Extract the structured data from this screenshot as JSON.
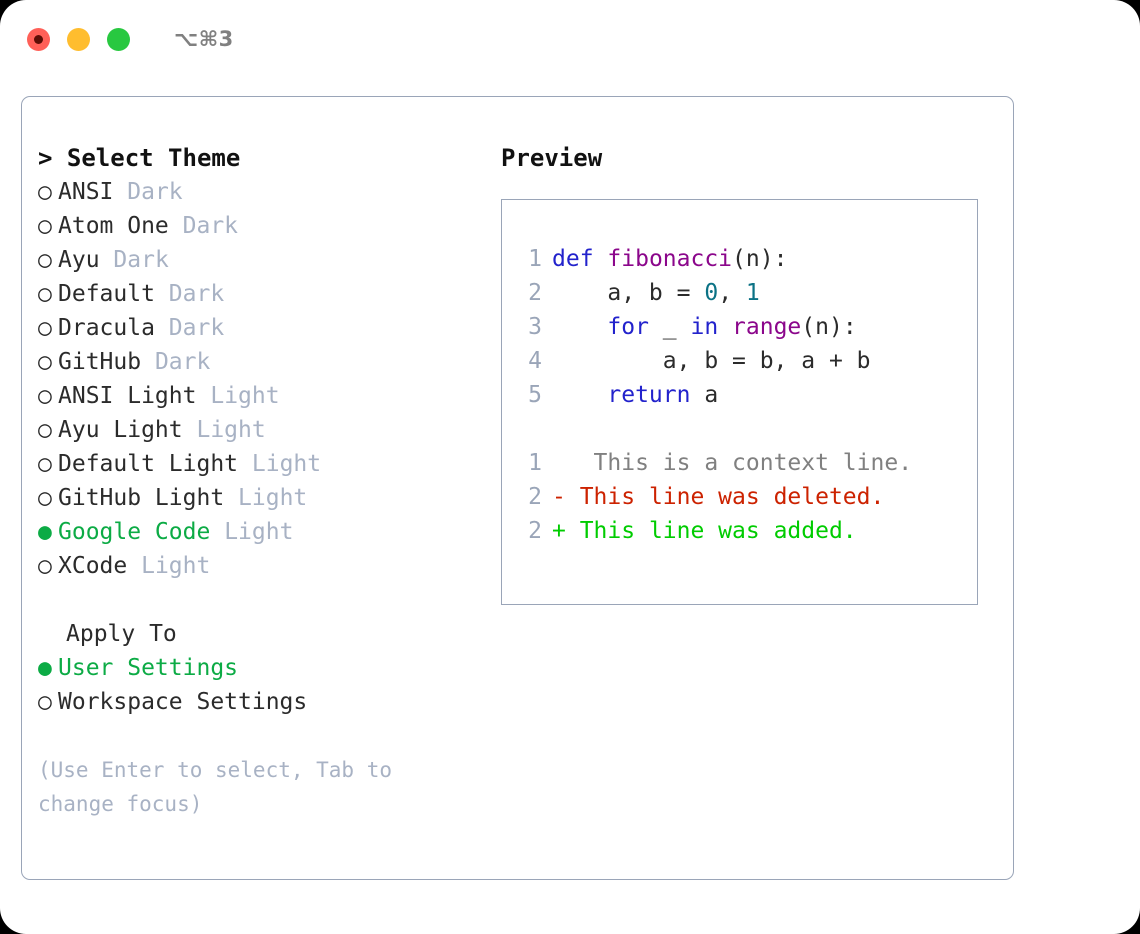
{
  "titlebar": {
    "shortcut_label": "⌥⌘3",
    "dots": [
      {
        "name": "close",
        "color": "#ff6058"
      },
      {
        "name": "minimize",
        "color": "#ffbd2e"
      },
      {
        "name": "zoom",
        "color": "#28c840"
      }
    ]
  },
  "colors": {
    "panel_border": "#9aa5b8",
    "accent_green": "#0cab45",
    "muted": "#a8b2c4",
    "keyword_blue": "#2222cc",
    "function_purple": "#8b068b",
    "number_teal": "#0b7285",
    "diff_delete_red": "#cc2200",
    "diff_add_green": "#00cc00",
    "line_number_gray": "#9aa5b8"
  },
  "theme_list": {
    "title": "> Select Theme",
    "selected_index": 10,
    "items": [
      {
        "marker": "○",
        "name": "ANSI",
        "kind": "Dark",
        "selected": false
      },
      {
        "marker": "○",
        "name": "Atom One",
        "kind": "Dark",
        "selected": false
      },
      {
        "marker": "○",
        "name": "Ayu",
        "kind": "Dark",
        "selected": false
      },
      {
        "marker": "○",
        "name": "Default",
        "kind": "Dark",
        "selected": false
      },
      {
        "marker": "○",
        "name": "Dracula",
        "kind": "Dark",
        "selected": false
      },
      {
        "marker": "○",
        "name": "GitHub",
        "kind": "Dark",
        "selected": false
      },
      {
        "marker": "○",
        "name": "ANSI Light",
        "kind": "Light",
        "selected": false
      },
      {
        "marker": "○",
        "name": "Ayu Light",
        "kind": "Light",
        "selected": false
      },
      {
        "marker": "○",
        "name": "Default Light",
        "kind": "Light",
        "selected": false
      },
      {
        "marker": "○",
        "name": "GitHub Light",
        "kind": "Light",
        "selected": false
      },
      {
        "marker": "●",
        "name": "Google Code",
        "kind": "Light",
        "selected": true
      },
      {
        "marker": "○",
        "name": "XCode",
        "kind": "Light",
        "selected": false
      }
    ]
  },
  "apply_to": {
    "label": "Apply To",
    "items": [
      {
        "marker": "●",
        "name": "User Settings",
        "selected": true
      },
      {
        "marker": "○",
        "name": "Workspace Settings",
        "selected": false
      }
    ]
  },
  "hint": "(Use Enter to select, Tab to change focus)",
  "preview": {
    "title": "Preview",
    "code_lines": [
      {
        "num": "1",
        "tokens": [
          {
            "t": "def",
            "c": "kw"
          },
          {
            "t": " ",
            "c": "pl"
          },
          {
            "t": "fibonacci",
            "c": "fn"
          },
          {
            "t": "(n):",
            "c": "pl"
          }
        ]
      },
      {
        "num": "2",
        "tokens": [
          {
            "t": "    a, b = ",
            "c": "pl"
          },
          {
            "t": "0",
            "c": "num"
          },
          {
            "t": ", ",
            "c": "pl"
          },
          {
            "t": "1",
            "c": "num"
          }
        ]
      },
      {
        "num": "3",
        "tokens": [
          {
            "t": "    ",
            "c": "pl"
          },
          {
            "t": "for",
            "c": "kw"
          },
          {
            "t": " _ ",
            "c": "pl"
          },
          {
            "t": "in",
            "c": "kw"
          },
          {
            "t": " ",
            "c": "pl"
          },
          {
            "t": "range",
            "c": "fn"
          },
          {
            "t": "(n):",
            "c": "pl"
          }
        ]
      },
      {
        "num": "4",
        "tokens": [
          {
            "t": "        a, b = b, a + b",
            "c": "pl"
          }
        ]
      },
      {
        "num": "5",
        "tokens": [
          {
            "t": "    ",
            "c": "pl"
          },
          {
            "t": "return",
            "c": "kw"
          },
          {
            "t": " a",
            "c": "pl"
          }
        ]
      }
    ],
    "diff_lines": [
      {
        "num": "1",
        "marker": " ",
        "text": "  This is a context line.",
        "kind": "ctx"
      },
      {
        "num": "2",
        "marker": "-",
        "text": " This line was deleted.",
        "kind": "del"
      },
      {
        "num": "2",
        "marker": "+",
        "text": " This line was added.",
        "kind": "add"
      }
    ]
  }
}
